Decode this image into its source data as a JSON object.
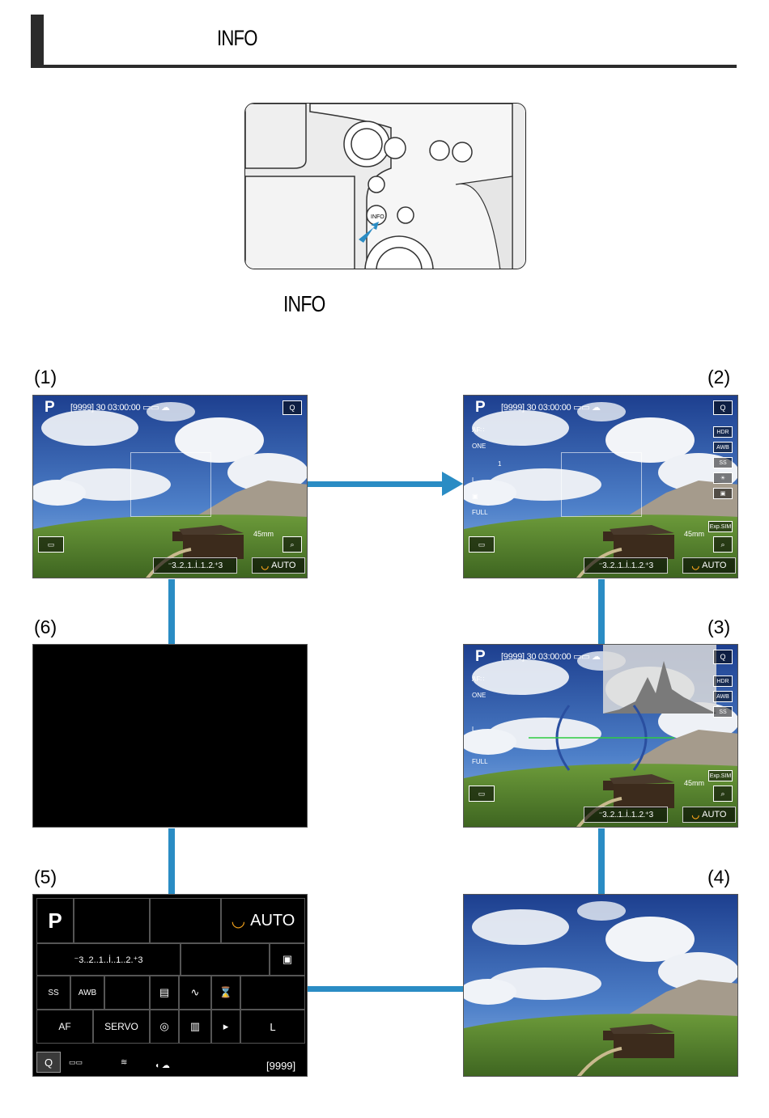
{
  "header": {
    "title": "INFO"
  },
  "caption": {
    "text": "INFO"
  },
  "panels": {
    "p1": {
      "label": "(1)"
    },
    "p2": {
      "label": "(2)"
    },
    "p3": {
      "label": "(3)"
    },
    "p4": {
      "label": "(4)"
    },
    "p5": {
      "label": "(5)"
    },
    "p6": {
      "label": "(6)"
    }
  },
  "screen": {
    "mode": "P",
    "top_info": "[9999] 30 03:00:00 ▭▭ ☁",
    "exposure_scale": "⁻3..2..1..İ..1..2.⁺3",
    "iso": "AUTO",
    "focal_length": "45mm",
    "af_mode": "AF",
    "left_items": [
      "AF∷",
      "ONE",
      "1",
      "L",
      "▣",
      "FULL"
    ],
    "right_items": [
      "HDR",
      "AWB",
      "SS",
      "☀",
      "▣",
      "Exp.SIM"
    ]
  },
  "quick": {
    "mode": "P",
    "iso": "AUTO",
    "exposure_scale": "⁻3..2..1..İ..1..2.⁺3",
    "wb": "AWB",
    "picture_style": "SS",
    "af_operation": "SERVO",
    "af_method": "AF",
    "image_quality": "L",
    "shots": "[9999]"
  },
  "colors": {
    "connector": "#2a8cc4",
    "accent": "#f3a21b"
  }
}
